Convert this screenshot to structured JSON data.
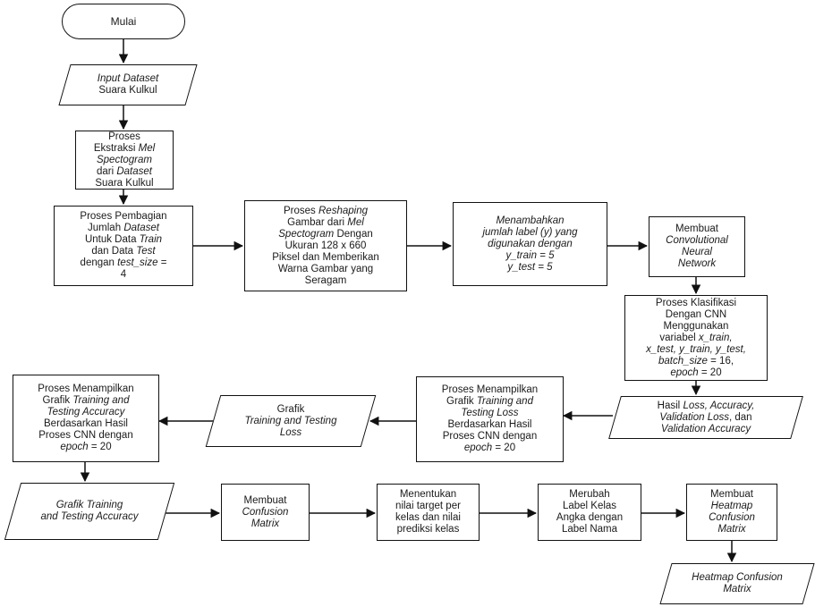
{
  "nodes": {
    "start": {
      "lines": [
        [
          {
            "t": "Mulai"
          }
        ]
      ]
    },
    "input_dataset": {
      "lines": [
        [
          {
            "t": "Input Dataset",
            "i": true
          }
        ],
        [
          {
            "t": "Suara Kulkul"
          }
        ]
      ]
    },
    "ekstraksi": {
      "lines": [
        [
          {
            "t": "Proses"
          }
        ],
        [
          {
            "t": "Ekstraksi "
          },
          {
            "t": "Mel",
            "i": true
          }
        ],
        [
          {
            "t": "Spectogram",
            "i": true
          }
        ],
        [
          {
            "t": "dari "
          },
          {
            "t": "Dataset",
            "i": true
          }
        ],
        [
          {
            "t": "Suara Kulkul"
          }
        ]
      ]
    },
    "pembagian": {
      "lines": [
        [
          {
            "t": "Proses Pembagian"
          }
        ],
        [
          {
            "t": "Jumlah "
          },
          {
            "t": "Dataset",
            "i": true
          }
        ],
        [
          {
            "t": "Untuk Data "
          },
          {
            "t": "Train",
            "i": true
          }
        ],
        [
          {
            "t": "dan Data "
          },
          {
            "t": "Test",
            "i": true
          }
        ],
        [
          {
            "t": "dengan "
          },
          {
            "t": "test_size",
            "i": true
          },
          {
            "t": " ="
          }
        ],
        [
          {
            "t": "4"
          }
        ]
      ]
    },
    "reshaping": {
      "lines": [
        [
          {
            "t": "Proses "
          },
          {
            "t": "Reshaping",
            "i": true
          }
        ],
        [
          {
            "t": "Gambar dari "
          },
          {
            "t": "Mel",
            "i": true
          }
        ],
        [
          {
            "t": "Spectogram",
            "i": true
          },
          {
            "t": " Dengan"
          }
        ],
        [
          {
            "t": "Ukuran 128 x 660"
          }
        ],
        [
          {
            "t": "Piksel dan Memberikan"
          }
        ],
        [
          {
            "t": "Warna Gambar yang"
          }
        ],
        [
          {
            "t": "Seragam"
          }
        ]
      ]
    },
    "label": {
      "lines": [
        [
          {
            "t": "Menambahkan",
            "i": true
          }
        ],
        [
          {
            "t": "jumlah label (y) yang",
            "i": true
          }
        ],
        [
          {
            "t": "digunakan dengan",
            "i": true
          }
        ],
        [
          {
            "t": "y_train = 5",
            "i": true
          }
        ],
        [
          {
            "t": "y_test = 5",
            "i": true
          }
        ]
      ]
    },
    "cnn": {
      "lines": [
        [
          {
            "t": "Membuat"
          }
        ],
        [
          {
            "t": "Convolutional",
            "i": true
          }
        ],
        [
          {
            "t": "Neural",
            "i": true
          }
        ],
        [
          {
            "t": "Network",
            "i": true
          }
        ]
      ]
    },
    "klasifikasi": {
      "lines": [
        [
          {
            "t": "Proses Klasifikasi"
          }
        ],
        [
          {
            "t": "Dengan CNN"
          }
        ],
        [
          {
            "t": "Menggunakan"
          }
        ],
        [
          {
            "t": "variabel "
          },
          {
            "t": "x_train,",
            "i": true
          }
        ],
        [
          {
            "t": "x_test, y_train, y_test,",
            "i": true
          }
        ],
        [
          {
            "t": "batch_size",
            "i": true
          },
          {
            "t": " = 16,"
          }
        ],
        [
          {
            "t": "epoch",
            "i": true
          },
          {
            "t": " = 20"
          }
        ]
      ]
    },
    "hasil": {
      "lines": [
        [
          {
            "t": "Hasil "
          },
          {
            "t": "Loss, Accuracy,",
            "i": true
          }
        ],
        [
          {
            "t": "Validation Loss",
            "i": true
          },
          {
            "t": ", dan"
          }
        ],
        [
          {
            "t": "Validation Accuracy",
            "i": true
          }
        ]
      ]
    },
    "tampil_loss": {
      "lines": [
        [
          {
            "t": "Proses Menampilkan"
          }
        ],
        [
          {
            "t": "Grafik "
          },
          {
            "t": "Training and",
            "i": true
          }
        ],
        [
          {
            "t": "Testing Loss",
            "i": true
          }
        ],
        [
          {
            "t": "Berdasarkan Hasil"
          }
        ],
        [
          {
            "t": "Proses CNN dengan"
          }
        ],
        [
          {
            "t": "epoch",
            "i": true
          },
          {
            "t": " = 20"
          }
        ]
      ]
    },
    "grafik_loss": {
      "lines": [
        [
          {
            "t": "Grafik"
          }
        ],
        [
          {
            "t": "Training and Testing",
            "i": true
          }
        ],
        [
          {
            "t": "Loss",
            "i": true
          }
        ]
      ]
    },
    "tampil_acc": {
      "lines": [
        [
          {
            "t": "Proses Menampilkan"
          }
        ],
        [
          {
            "t": "Grafik "
          },
          {
            "t": "Training and",
            "i": true
          }
        ],
        [
          {
            "t": "Testing Accuracy",
            "i": true
          }
        ],
        [
          {
            "t": "Berdasarkan Hasil"
          }
        ],
        [
          {
            "t": "Proses CNN dengan"
          }
        ],
        [
          {
            "t": "epoch",
            "i": true
          },
          {
            "t": " = 20"
          }
        ]
      ]
    },
    "grafik_acc": {
      "lines": [
        [
          {
            "t": "Grafik Training",
            "i": true
          }
        ],
        [
          {
            "t": "and Testing Accuracy",
            "i": true
          }
        ]
      ]
    },
    "confusion": {
      "lines": [
        [
          {
            "t": "Membuat"
          }
        ],
        [
          {
            "t": "Confusion",
            "i": true
          }
        ],
        [
          {
            "t": "Matrix",
            "i": true
          }
        ]
      ]
    },
    "target": {
      "lines": [
        [
          {
            "t": "Menentukan"
          }
        ],
        [
          {
            "t": "nilai target per"
          }
        ],
        [
          {
            "t": "kelas dan nilai"
          }
        ],
        [
          {
            "t": "prediksi kelas"
          }
        ]
      ]
    },
    "merubah": {
      "lines": [
        [
          {
            "t": "Merubah"
          }
        ],
        [
          {
            "t": "Label Kelas"
          }
        ],
        [
          {
            "t": "Angka dengan"
          }
        ],
        [
          {
            "t": "Label Nama"
          }
        ]
      ]
    },
    "heatmap_proc": {
      "lines": [
        [
          {
            "t": "Membuat"
          }
        ],
        [
          {
            "t": "Heatmap",
            "i": true
          }
        ],
        [
          {
            "t": "Confusion",
            "i": true
          }
        ],
        [
          {
            "t": "Matrix",
            "i": true
          }
        ]
      ]
    },
    "heatmap_out": {
      "lines": [
        [
          {
            "t": "Heatmap Confusion",
            "i": true
          }
        ],
        [
          {
            "t": "Matrix",
            "i": true
          }
        ]
      ]
    }
  }
}
